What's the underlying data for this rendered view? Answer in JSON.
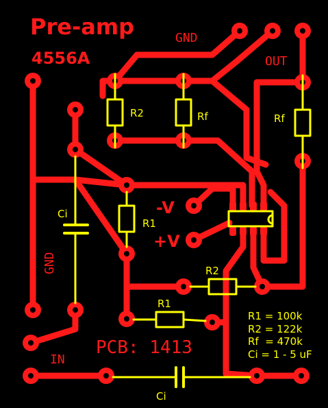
{
  "board": {
    "title": "Pre-amp",
    "chip": "4556A",
    "pcb_label": "PCB: 1413"
  },
  "copper_labels": {
    "gnd_top": "GND",
    "out": "OUT",
    "neg_v": "-V",
    "pos_v": "+V",
    "gnd_left": "GND",
    "in": "IN"
  },
  "components": {
    "r2_top": "R2",
    "rf_mid": "Rf",
    "rf_right": "Rf",
    "ci_left": "Ci",
    "r1_mid": "R1",
    "r2_low": "R2",
    "r1_low": "R1",
    "ci_bottom": "Ci"
  },
  "values": {
    "r1": "R1 = 100k",
    "r2": "R2 = 122k",
    "rf": "Rf  = 470k",
    "ci": "Ci = 1 - 5 uF"
  },
  "colors": {
    "copper": "#ff1a1a",
    "silkscreen": "#ffff00",
    "background": "#000000"
  }
}
